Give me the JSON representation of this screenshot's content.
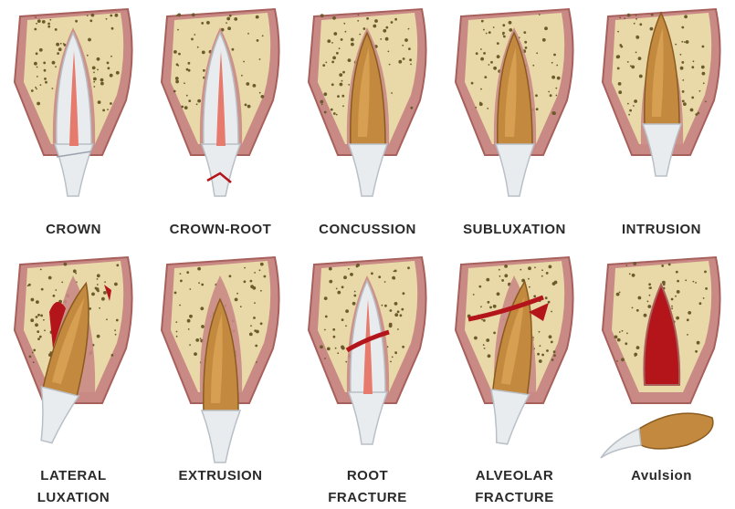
{
  "colors": {
    "bone": "#e9d9a8",
    "bone_dots": "#6b5a2a",
    "gum": "#c98a86",
    "gum_dark": "#a8605c",
    "tooth_crown": "#c38a3f",
    "tooth_dark": "#8a5a1e",
    "enamel": "#e9ecef",
    "pulp": "#e67a6c",
    "blood": "#b3151b"
  },
  "panels": [
    {
      "id": "crown",
      "label_lines": [
        "CROWN"
      ],
      "icon": "crown-fracture-tooth-icon"
    },
    {
      "id": "crown-root",
      "label_lines": [
        "CROWN-ROOT"
      ],
      "icon": "crown-root-fracture-tooth-icon"
    },
    {
      "id": "concussion",
      "label_lines": [
        "CONCUSSION"
      ],
      "icon": "concussion-tooth-icon"
    },
    {
      "id": "subluxation",
      "label_lines": [
        "SUBLUXATION"
      ],
      "icon": "subluxation-tooth-icon"
    },
    {
      "id": "intrusion",
      "label_lines": [
        "INTRUSION"
      ],
      "icon": "intrusion-tooth-icon"
    },
    {
      "id": "lateral-luxation",
      "label_lines": [
        "LATERAL",
        "LUXATION"
      ],
      "icon": "lateral-luxation-tooth-icon"
    },
    {
      "id": "extrusion",
      "label_lines": [
        "EXTRUSION"
      ],
      "icon": "extrusion-tooth-icon"
    },
    {
      "id": "root-fracture",
      "label_lines": [
        "ROOT",
        "FRACTURE"
      ],
      "icon": "root-fracture-tooth-icon"
    },
    {
      "id": "alveolar-fracture",
      "label_lines": [
        "ALVEOLAR",
        "FRACTURE"
      ],
      "icon": "alveolar-fracture-tooth-icon"
    },
    {
      "id": "avulsion",
      "label_lines": [
        "Avulsion"
      ],
      "icon": "avulsion-tooth-icon"
    }
  ]
}
